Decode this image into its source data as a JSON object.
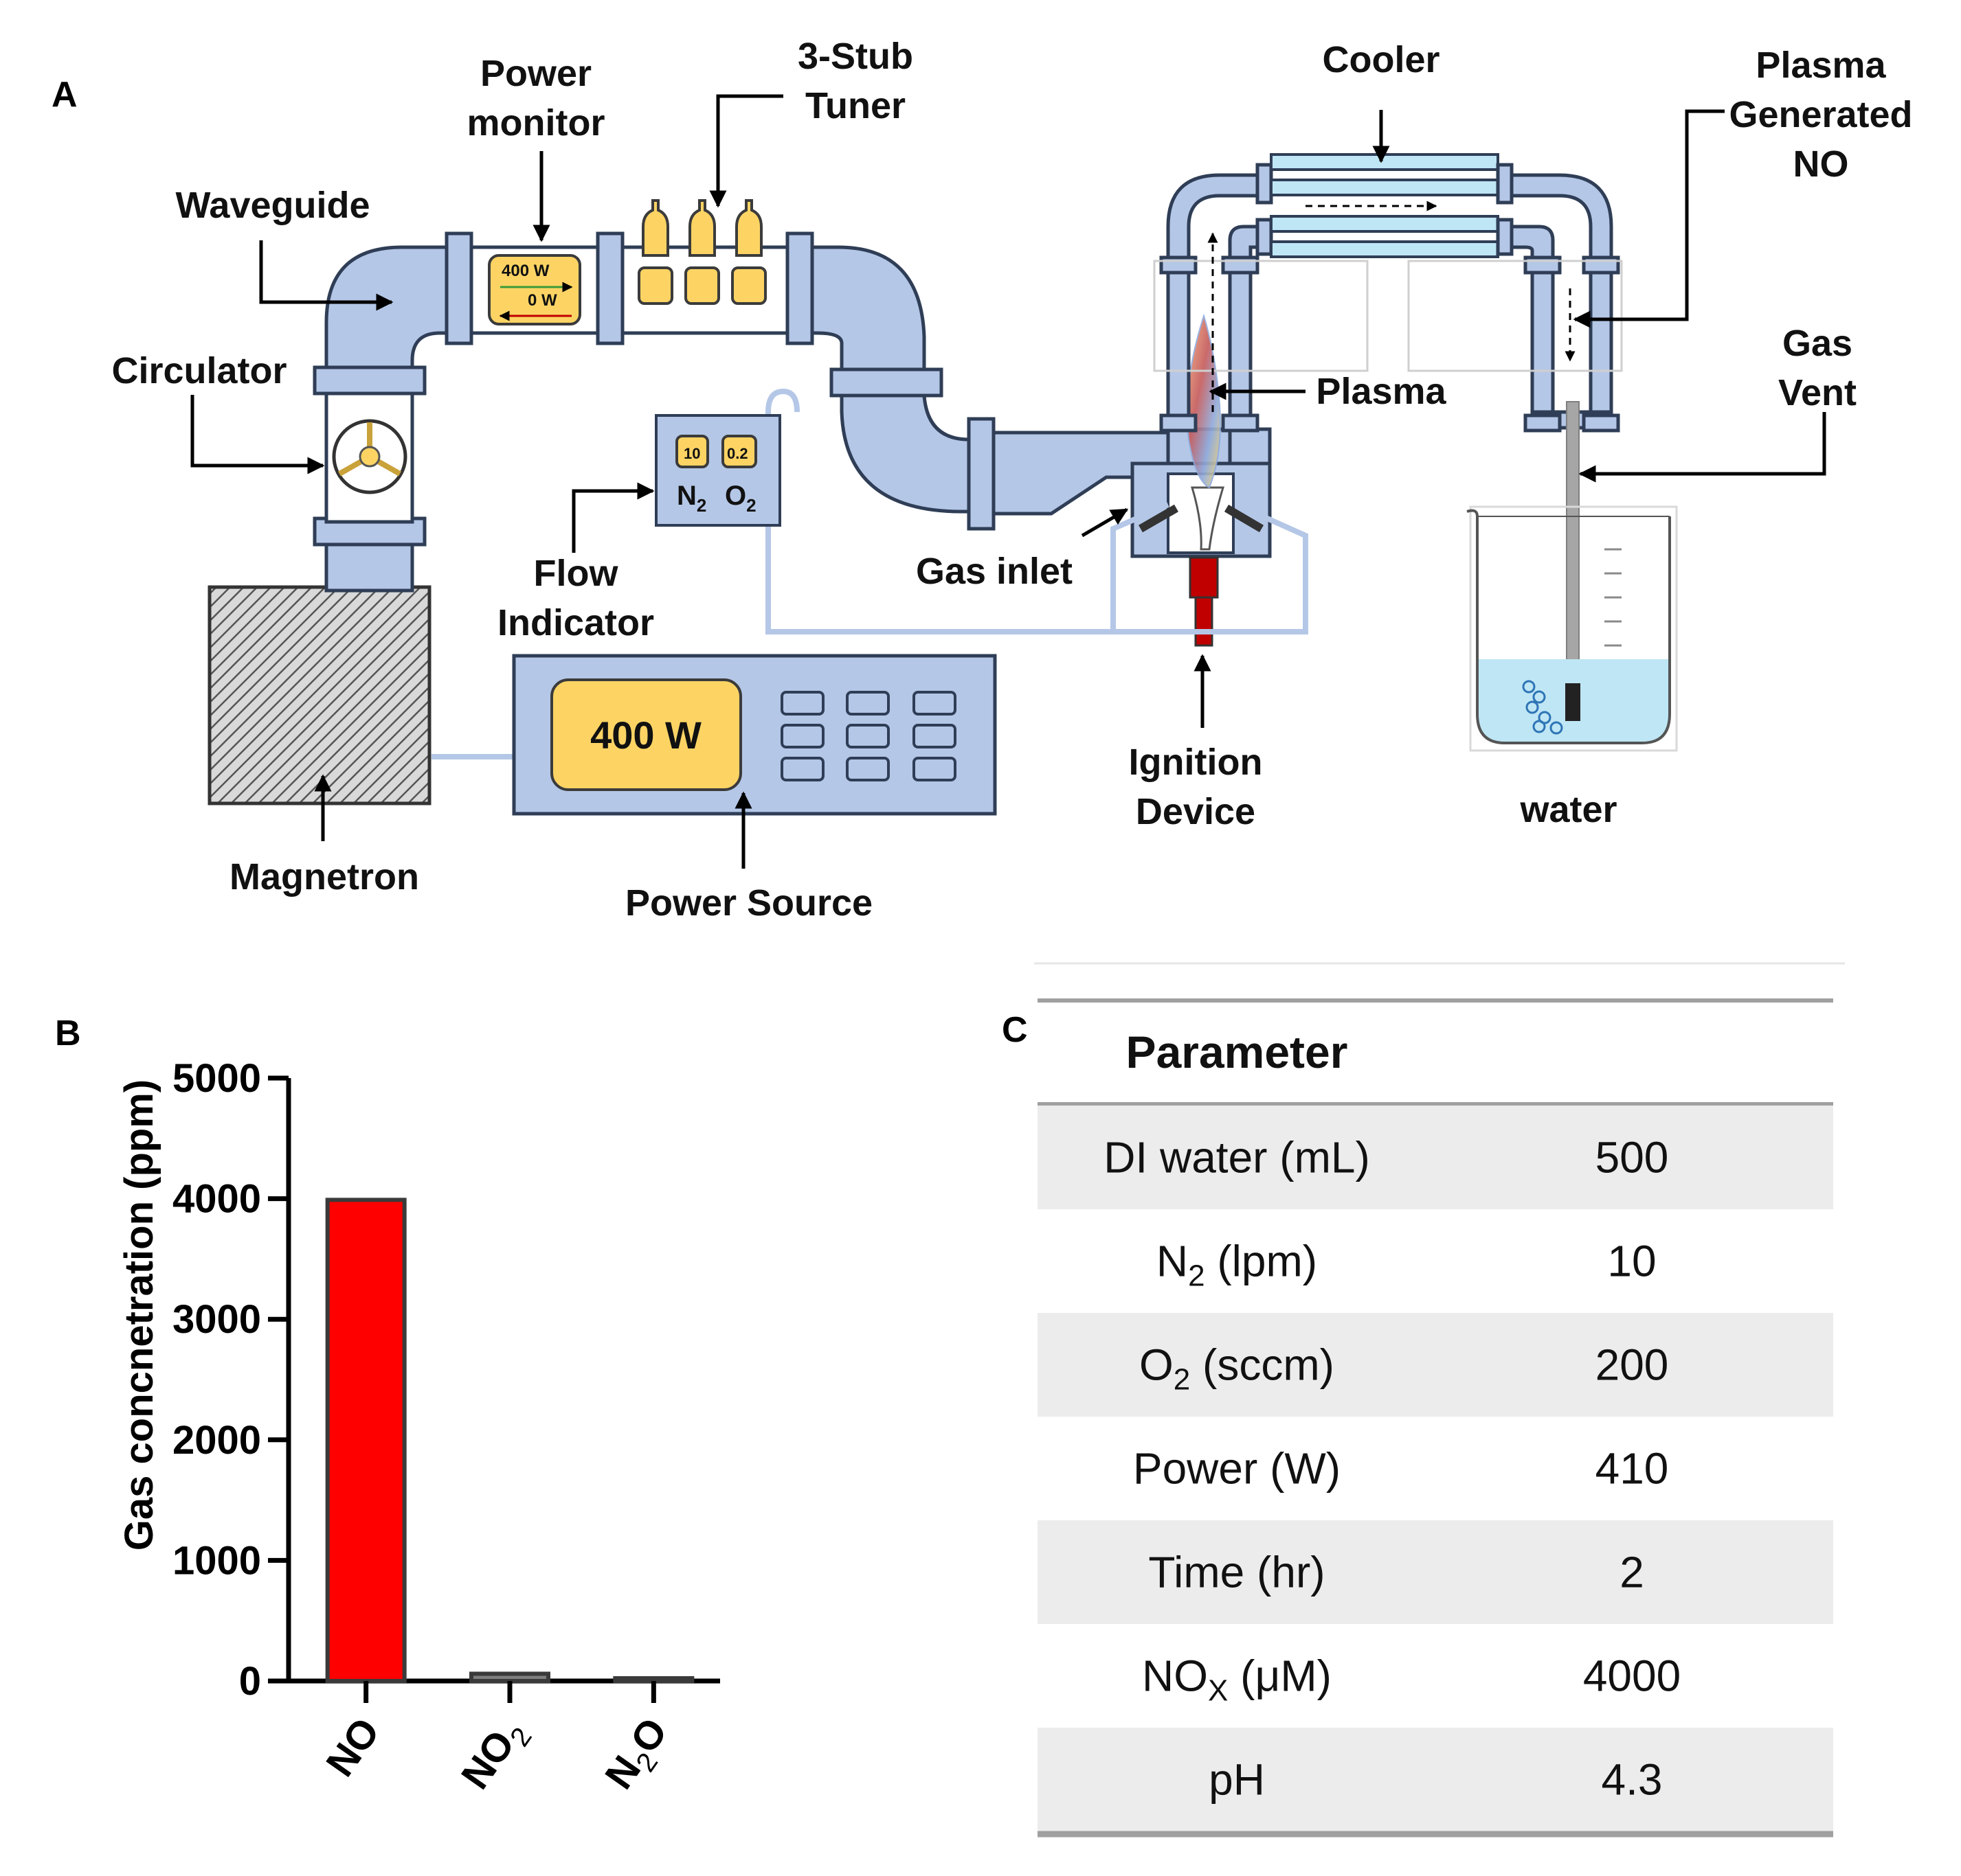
{
  "panels": {
    "a": "A",
    "b": "B",
    "c": "C"
  },
  "diagram": {
    "labels": {
      "power_monitor_1": "Power",
      "power_monitor_2": "monitor",
      "stub_tuner_1": "3-Stub",
      "stub_tuner_2": "Tuner",
      "waveguide": "Waveguide",
      "circulator": "Circulator",
      "cooler": "Cooler",
      "plasma_no_1": "Plasma",
      "plasma_no_2": "Generated",
      "plasma_no_3": "NO",
      "gas_vent_1": "Gas",
      "gas_vent_2": "Vent",
      "plasma": "Plasma",
      "gas_inlet": "Gas inlet",
      "flow_indicator_1": "Flow",
      "flow_indicator_2": "Indicator",
      "ignition_1": "Ignition",
      "ignition_2": "Device",
      "water": "water",
      "magnetron": "Magnetron",
      "power_source": "Power Source"
    },
    "monitor_forward": "400 W",
    "monitor_reflected": "0 W",
    "flow_n2_value": "10",
    "flow_o2_value": "0.2",
    "flow_n2_label": "N",
    "flow_o2_label": "O",
    "flow_sub": "2",
    "power_display": "400 W",
    "colors": {
      "pipe": "#b4c7e7",
      "display": "#fdd464",
      "ignition": "#c00000",
      "water": "#bfe6f5"
    }
  },
  "chart_data": {
    "type": "bar",
    "categories": [
      "NO",
      "NO2",
      "N2O"
    ],
    "category_labels": [
      {
        "main": "NO",
        "sub": ""
      },
      {
        "main": "NO",
        "sub": "2"
      },
      {
        "main": "N",
        "sub": "2",
        "tail": "O"
      }
    ],
    "values": [
      3990,
      60,
      5
    ],
    "ylabel": "Gas concnetration (ppm)",
    "ylim": [
      0,
      5000
    ],
    "yticks": [
      0,
      1000,
      2000,
      3000,
      4000,
      5000
    ],
    "colors": [
      "#ff0000",
      "#7f7f7f",
      "#7f7f7f"
    ],
    "grid": false
  },
  "table": {
    "header": "Parameter",
    "rows": [
      {
        "name": "DI water (mL)",
        "value": "500"
      },
      {
        "name": "N",
        "sub": "2",
        "unit": " (lpm)",
        "value": "10"
      },
      {
        "name": "O",
        "sub": "2",
        "unit": " (sccm)",
        "value": "200"
      },
      {
        "name": "Power (W)",
        "value": "410"
      },
      {
        "name": "Time (hr)",
        "value": "2"
      },
      {
        "name": "NO",
        "sub": "X",
        "unit": " (μM)",
        "value": "4000"
      },
      {
        "name": "pH",
        "value": "4.3"
      }
    ]
  }
}
